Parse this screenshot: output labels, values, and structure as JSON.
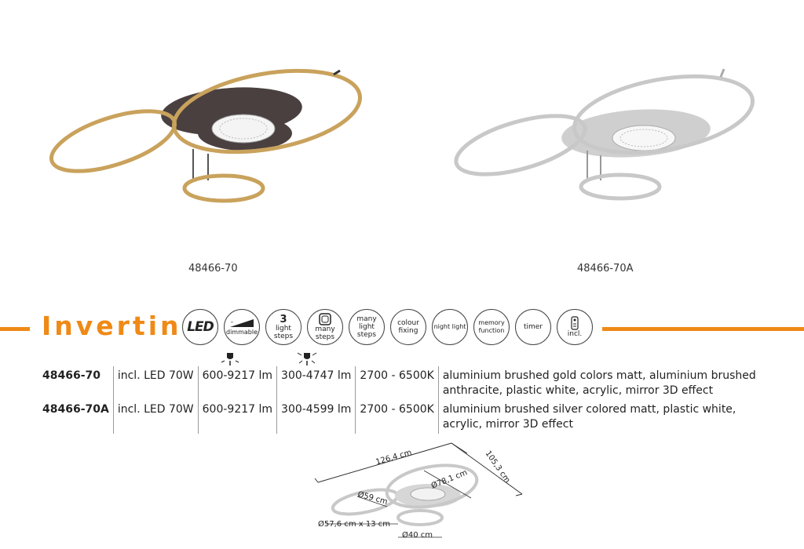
{
  "products": [
    {
      "article": "48466-70",
      "finish": "gold"
    },
    {
      "article": "48466-70A",
      "finish": "silver"
    }
  ],
  "series": {
    "name": "Invertina"
  },
  "colors": {
    "accent": "#ef8a17",
    "gold": "#c9a25c",
    "silver": "#c8c8c8"
  },
  "features": [
    {
      "id": "led",
      "label": "LED"
    },
    {
      "id": "dimmable",
      "label": "dimmable"
    },
    {
      "id": "steps",
      "line1": "3",
      "line2": "light",
      "line3": "steps"
    },
    {
      "id": "many-steps",
      "line1": "many",
      "line2": "steps"
    },
    {
      "id": "many-light-steps",
      "line1": "many",
      "line2": "light",
      "line3": "steps"
    },
    {
      "id": "colour-fixing",
      "line1": "colour",
      "line2": "fixing"
    },
    {
      "id": "night-light",
      "line1": "night light"
    },
    {
      "id": "memory-function",
      "line1": "memory",
      "line2": "function"
    },
    {
      "id": "timer",
      "line1": "timer"
    },
    {
      "id": "remote",
      "line1": "incl."
    }
  ],
  "specs": [
    {
      "article": "48466-70",
      "light": "incl. LED 70W",
      "lumen_total": "600-9217 lm",
      "lumen_step": "300-4747 lm",
      "kelvin": "2700 - 6500K",
      "description": "aluminium brushed gold colors matt, aluminium brushed anthracite, plastic white, acrylic, mirror 3D effect"
    },
    {
      "article": "48466-70A",
      "light": "incl. LED 70W",
      "lumen_total": "600-9217 lm",
      "lumen_step": "300-4599 lm",
      "kelvin": "2700 - 6500K",
      "description": "aluminium brushed silver colored matt, plastic white, acrylic, mirror 3D effect"
    }
  ],
  "dimensions": {
    "length": "126,4 cm",
    "depth": "105,3 cm",
    "ring_large": "Ø78,1 cm",
    "ring_medium": "Ø59 cm",
    "base": "Ø57,6 cm x 13 cm",
    "ring_small": "Ø40 cm"
  }
}
